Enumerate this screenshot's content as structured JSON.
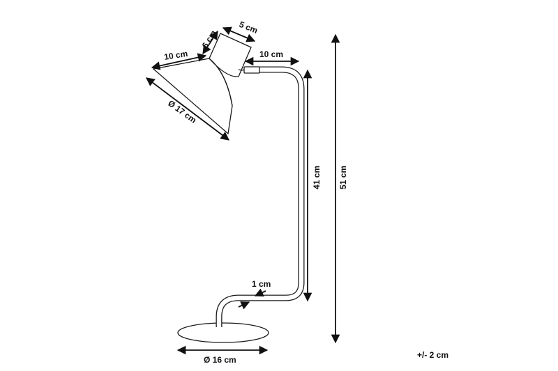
{
  "labels": {
    "shade_top_length": "10 cm",
    "neck_length": "6 cm",
    "neck_width": "5 cm",
    "arm_length": "10 cm",
    "shade_diameter": "Ø 17 cm",
    "stem_height": "41 cm",
    "total_height": "51 cm",
    "tube_diameter": "1 cm",
    "base_diameter": "Ø 16 cm",
    "tolerance": "+/- 2 cm"
  },
  "colors": {
    "line": "#1a1a1a",
    "background": "#ffffff"
  }
}
